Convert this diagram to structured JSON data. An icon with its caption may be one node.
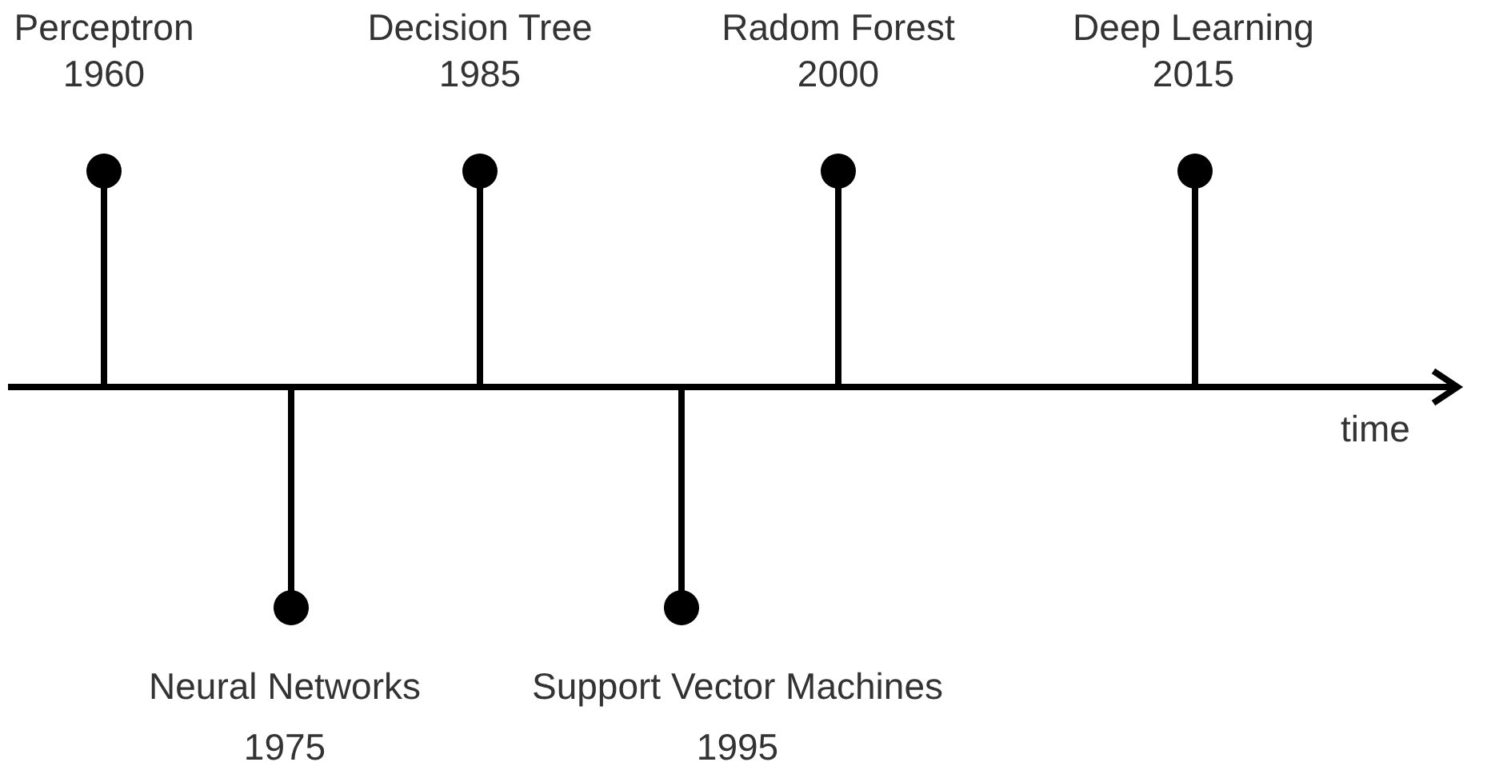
{
  "diagram": {
    "nodes": [
      {
        "text": [
          "Perceptron",
          "1960"
        ]
      },
      {
        "text": [
          "Neural Networks",
          "1975"
        ]
      },
      {
        "text": [
          "Decision Tree",
          "1985"
        ]
      },
      {
        "text": [
          "Support Vector Machines",
          "1995"
        ]
      },
      {
        "text": [
          "Radom Forest",
          "2000"
        ]
      },
      {
        "text": [
          "Deep Learning",
          "2015"
        ]
      }
    ],
    "edges": [],
    "labels": [
      "time"
    ]
  }
}
